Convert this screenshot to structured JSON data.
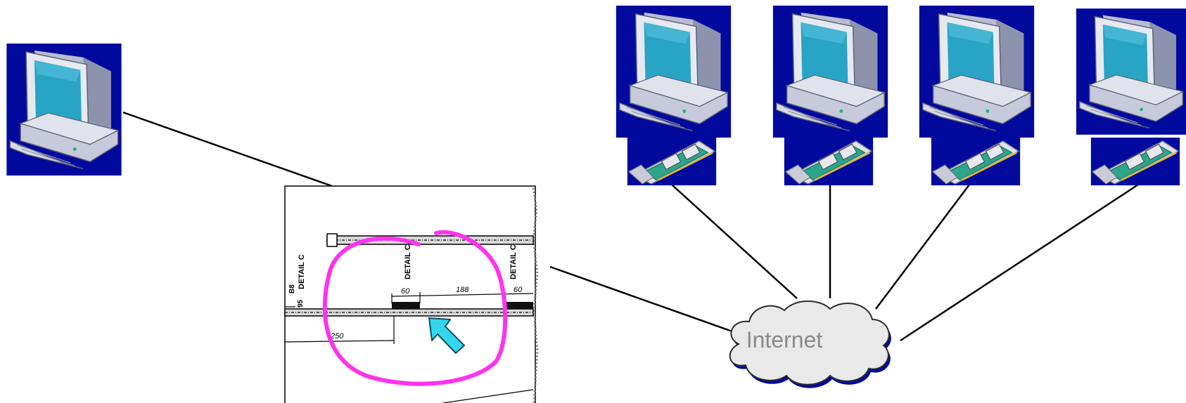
{
  "diagram": {
    "cloud_label": "Internet",
    "drawing_labels": {
      "detail_left": "DETAIL C",
      "detail_mid": "DETAIL C",
      "detail_right": "DETAIL C",
      "dim_60_left": "60",
      "dim_188": "188",
      "dim_60_right": "60",
      "dim_250": "250",
      "dim_small_1": "B8",
      "dim_small_2": "95"
    },
    "colors": {
      "computer_bg": "#020a9e",
      "screen": "#2aa4c4",
      "annotation_circle": "#ff33ee",
      "pointer_arrow": "#33d6ee",
      "connector": "#000000"
    },
    "icons": [
      "computer-icon",
      "network-card-icon",
      "internet-cloud-icon",
      "pointer-arrow-icon"
    ]
  }
}
